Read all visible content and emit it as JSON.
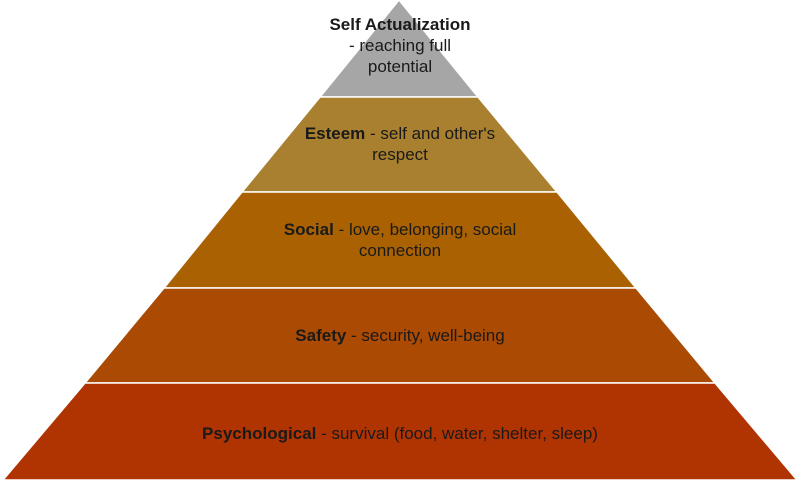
{
  "tiers": [
    {
      "title": "Self Actualization",
      "description": "- reaching full potential",
      "color": "#A6A6A6"
    },
    {
      "title": "Esteem",
      "description": " - self and other's respect",
      "color": "#A8802F"
    },
    {
      "title": "Social",
      "description": " - love, belonging, social connection",
      "color": "#A96102"
    },
    {
      "title": "Safety",
      "description": " - security, well-being",
      "color": "#AB4A02"
    },
    {
      "title": "Psychological",
      "description": " - survival (food, water, shelter, sleep)",
      "color": "#B03401"
    }
  ]
}
